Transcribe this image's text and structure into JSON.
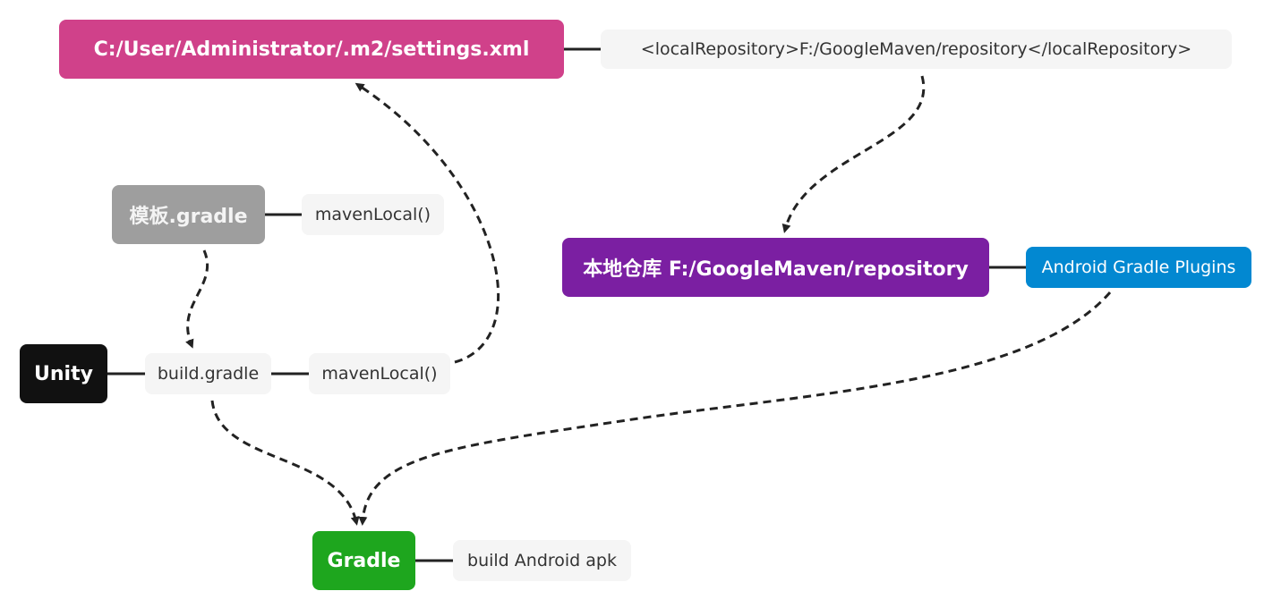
{
  "nodes": {
    "settings": {
      "label": "C:/User/Administrator/.m2/settings.xml",
      "color": "#d0418a"
    },
    "local_repository_tag": {
      "label": "<localRepository>F:/GoogleMaven/repository</localRepository>"
    },
    "template_gradle": {
      "label": "模板.gradle",
      "color": "#9e9e9e"
    },
    "template_maven_local": {
      "label": "mavenLocal()"
    },
    "local_repo": {
      "label": "本地仓库 F:/GoogleMaven/repository",
      "color": "#7b1fa2"
    },
    "android_gradle_plugins": {
      "label": "Android Gradle Plugins",
      "color": "#0288d1"
    },
    "unity": {
      "label": "Unity",
      "color": "#111111"
    },
    "build_gradle": {
      "label": "build.gradle"
    },
    "build_maven_local": {
      "label": "mavenLocal()"
    },
    "gradle": {
      "label": "Gradle",
      "color": "#1ea61e"
    },
    "build_apk": {
      "label": "build Android apk"
    }
  }
}
